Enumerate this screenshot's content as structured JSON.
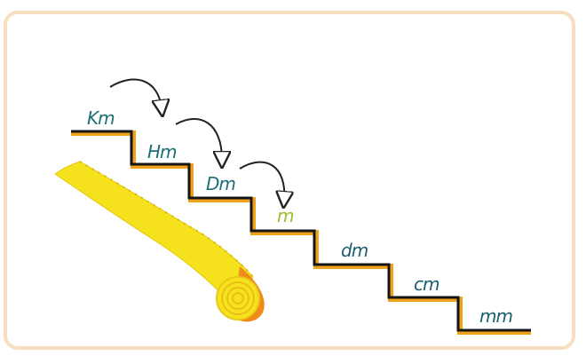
{
  "units": [
    {
      "label": "Km",
      "color": "#1a6f78"
    },
    {
      "label": "Hm",
      "color": "#1a6f78"
    },
    {
      "label": "Dm",
      "color": "#1a6f78"
    },
    {
      "label": "m",
      "color": "#9cc02a"
    },
    {
      "label": "dm",
      "color": "#1a5f70"
    },
    {
      "label": "cm",
      "color": "#1a5f70"
    },
    {
      "label": "mm",
      "color": "#1a5f70"
    }
  ],
  "colors": {
    "stair_line": "#151515",
    "stair_edge": "#f0a21a",
    "arrow": "#222222",
    "tape_yellow": "#f6e21c",
    "tape_orange": "#f2b33a",
    "card_border": "#f6dfbf"
  },
  "icons": [
    "curved-arrow-icon",
    "measuring-tape-icon"
  ]
}
